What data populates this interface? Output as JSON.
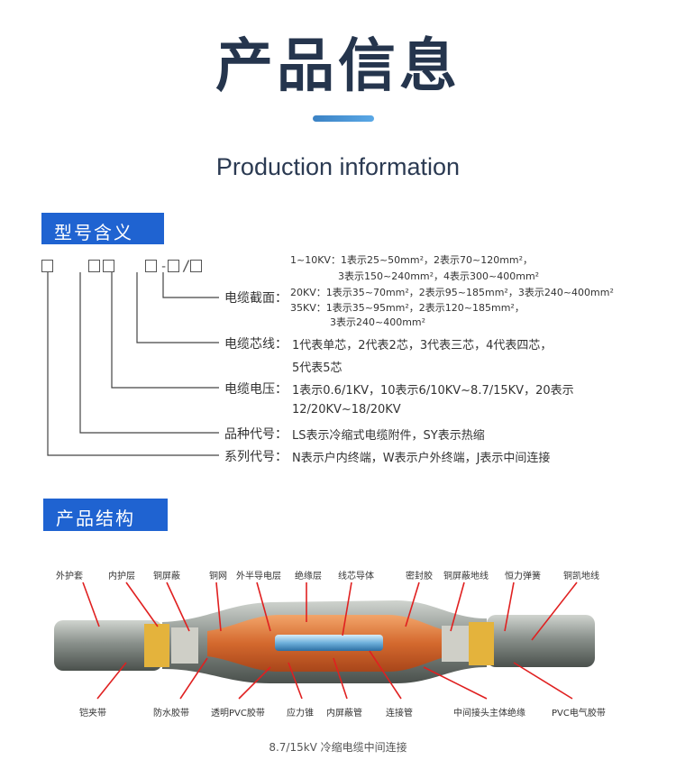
{
  "header": {
    "title_cn": "产品信息",
    "title_en": "Production information"
  },
  "model_meaning": {
    "section_title": "型号含义",
    "code_pattern": [
      "□",
      "□□",
      "□-□",
      "/",
      "□"
    ],
    "items": {
      "cross_section": {
        "label": "电缆截面：",
        "lines": [
          "1~10KV：1表示25~50mm²，2表示70~120mm²，",
          "3表示150~240mm²，4表示300~400mm²",
          "20KV：1表示35~70mm²，2表示95~185mm²，3表示240~400mm²",
          "35KV：1表示35~95mm²，2表示120~185mm²，",
          "3表示240~400mm²"
        ]
      },
      "cores": {
        "label": "电缆芯线：",
        "line1": "1代表单芯，2代表2芯，3代表三芯，4代表四芯，",
        "line2": "5代表5芯"
      },
      "voltage": {
        "label": "电缆电压：",
        "line1": "1表示0.6/1KV，10表示6/10KV~8.7/15KV，20表示",
        "line2": "12/20KV~18/20KV"
      },
      "product_code": {
        "label": "品种代号：",
        "line1": "LS表示冷缩式电缆附件，SY表示热缩"
      },
      "series_code": {
        "label": "系列代号：",
        "line1": "N表示户内终端，W表示户外终端，J表示中间连接"
      }
    }
  },
  "structure": {
    "section_title": "产品结构",
    "top_labels": [
      "外护套",
      "内护层",
      "铜屏蔽",
      "铜网",
      "外半导电层",
      "绝缘层",
      "线芯导体",
      "密封胶",
      "铜屏蔽地线",
      "恒力弹簧",
      "铜凯地线"
    ],
    "bottom_labels": [
      "铠夹带",
      "防水胶带",
      "透明PVC胶带",
      "应力锥",
      "内屏蔽管",
      "连接管",
      "中间接头主体绝缘",
      "PVC电气胶带"
    ],
    "caption": "8.7/15kV 冷缩电缆中间连接"
  },
  "colors": {
    "accent_blue": "#1f63d1",
    "title_dark": "#25354d",
    "arrow_red": "#e02020"
  }
}
